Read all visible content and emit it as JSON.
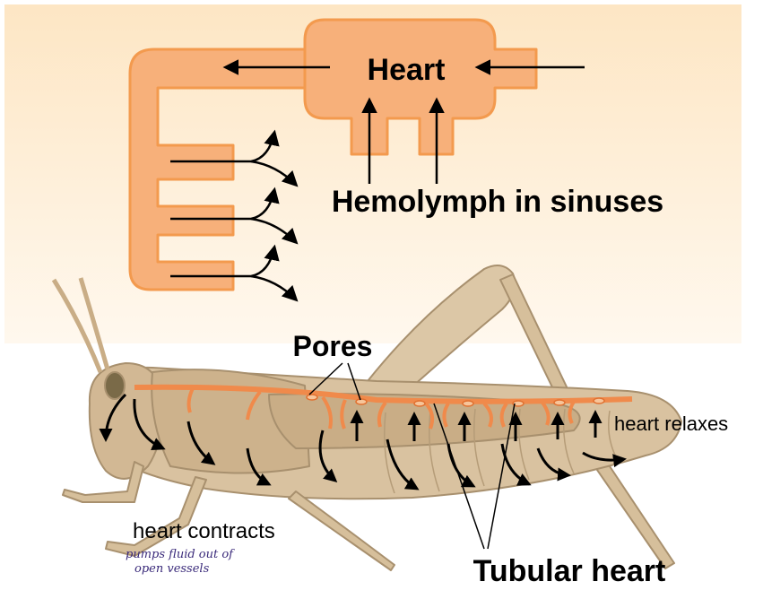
{
  "labels": {
    "heart": "Heart",
    "hemolymph": "Hemolymph in sinuses",
    "pores": "Pores",
    "heart_relaxes": "heart relaxes",
    "heart_contracts": "heart contracts",
    "handwritten_note_line1": "pumps fluid out of",
    "handwritten_note_line2": "open vessels",
    "tubular_heart": "Tubular heart"
  },
  "colors": {
    "background_top": "#fdebd0",
    "vessel_fill": "#f7b07a",
    "vessel_stroke": "#f39a4e",
    "insect_body": "#d9c2a0",
    "insect_outline": "#a8906e",
    "heart_tube": "#f08a4b",
    "arrow": "#000000"
  }
}
